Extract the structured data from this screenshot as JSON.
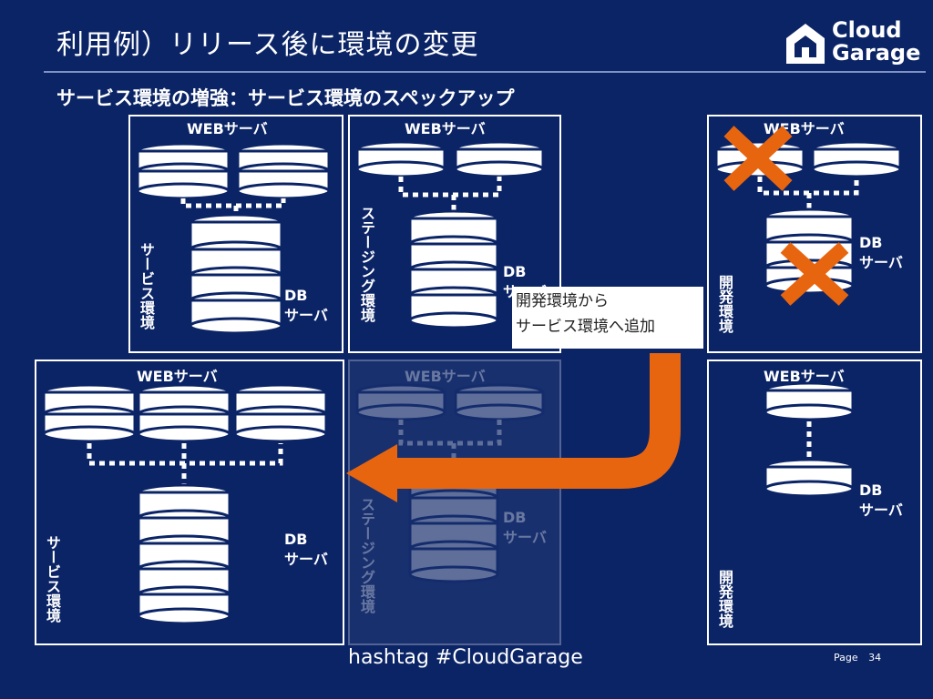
{
  "header": {
    "title": "利用例）リリース後に環境の変更",
    "subtitle": "サービス環境の増強：サービス環境のスペックアップ",
    "logo_line1": "Cloud",
    "logo_line2": "Garage"
  },
  "labels": {
    "web_server": "WEBサーバ",
    "db": "DB",
    "server": "サーバ",
    "service_env": "サービス環境",
    "staging_env": "ステージング環境",
    "dev_env": "開発環境"
  },
  "callout": {
    "line1": "開発環境から",
    "line2": "サービス環境へ追加"
  },
  "footer": {
    "hashtag": "hashtag  #CloudGarage",
    "page_label": "Page",
    "page_number": "34"
  },
  "colors": {
    "background": "#0b2466",
    "arrow": "#e8650f",
    "cross": "#e8650f"
  }
}
